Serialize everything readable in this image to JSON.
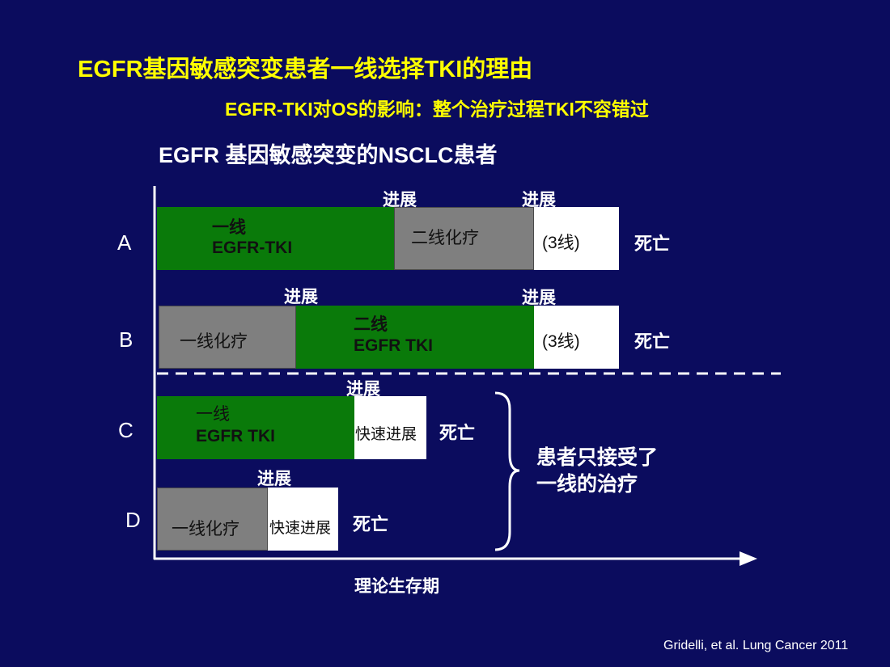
{
  "colors": {
    "background": "#0b0c5e",
    "title_yellow": "#ffff00",
    "green": "#0a7a0a",
    "gray": "#7f7f7f"
  },
  "title": "EGFR基因敏感突变患者一线选择TKI的理由",
  "subtitle": "EGFR-TKI对OS的影响：整个治疗过程TKI不容错过",
  "diagram_heading": "EGFR 基因敏感突变的NSCLC患者",
  "rows": {
    "A": {
      "label": "A",
      "seg1_line1": "一线",
      "seg1_line2": "EGFR-TKI",
      "seg2": "二线化疗",
      "seg3": "(3线)",
      "progress1": "进展",
      "progress2": "进展",
      "death": "死亡"
    },
    "B": {
      "label": "B",
      "seg1": "一线化疗",
      "seg2_line1": "二线",
      "seg2_line2": "EGFR TKI",
      "seg3": "(3线)",
      "progress1": "进展",
      "progress2": "进展",
      "death": "死亡"
    },
    "C": {
      "label": "C",
      "seg1_line1": "一线",
      "seg1_line2": "EGFR TKI",
      "seg2": "快速进展",
      "progress1": "进展",
      "death": "死亡"
    },
    "D": {
      "label": "D",
      "seg1": "一线化疗",
      "seg2": "快速进展",
      "progress1": "进展",
      "death": "死亡"
    }
  },
  "bracket_note_line1": "患者只接受了",
  "bracket_note_line2": "一线的治疗",
  "x_axis_label": "理论生存期",
  "citation": "Gridelli, et al. Lung Cancer 2011"
}
